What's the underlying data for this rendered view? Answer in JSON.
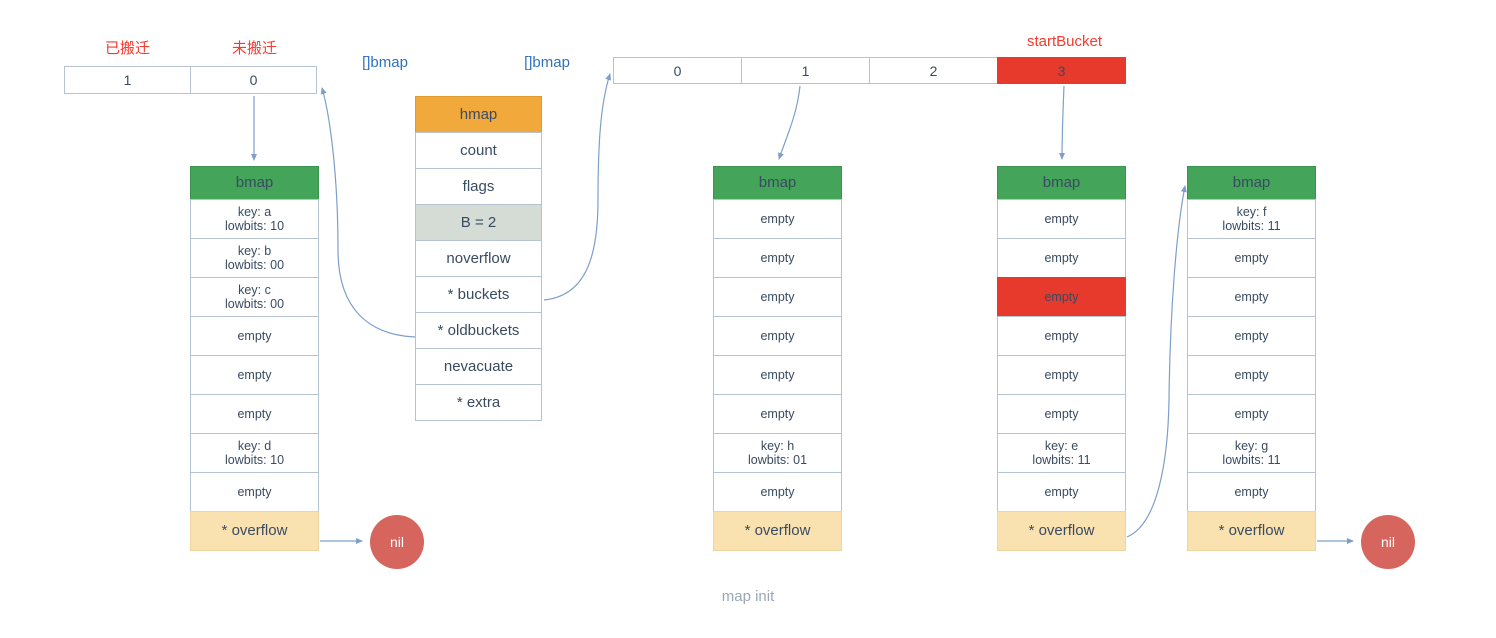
{
  "caption": "map init",
  "nil_label": "nil",
  "oldbuckets_array": {
    "labels": [
      "已搬迁",
      "未搬迁"
    ],
    "cells": [
      "1",
      "0"
    ]
  },
  "buckets_array": {
    "label": "startBucket",
    "cells": [
      "0",
      "1",
      "2",
      "3"
    ],
    "highlight_index": 3
  },
  "slice_labels": [
    "[]bmap",
    "[]bmap"
  ],
  "hmap": {
    "title": "hmap",
    "rows": [
      "count",
      "flags",
      "B = 2",
      "noverflow",
      "* buckets",
      "* oldbuckets",
      "nevacuate",
      "* extra"
    ]
  },
  "buckets": [
    {
      "title": "bmap",
      "rows": [
        [
          "key: a",
          "lowbits: 10"
        ],
        [
          "key: b",
          "lowbits: 00"
        ],
        [
          "key: c",
          "lowbits: 00"
        ],
        [
          "empty"
        ],
        [
          "empty"
        ],
        [
          "empty"
        ],
        [
          "key: d",
          "lowbits: 10"
        ],
        [
          "empty"
        ]
      ],
      "overflow": "* overflow"
    },
    {
      "title": "bmap",
      "rows": [
        [
          "empty"
        ],
        [
          "empty"
        ],
        [
          "empty"
        ],
        [
          "empty"
        ],
        [
          "empty"
        ],
        [
          "empty"
        ],
        [
          "key: h",
          "lowbits: 01"
        ],
        [
          "empty"
        ]
      ],
      "overflow": "* overflow"
    },
    {
      "title": "bmap",
      "rows": [
        [
          "empty"
        ],
        [
          "empty"
        ],
        [
          "empty"
        ],
        [
          "empty"
        ],
        [
          "empty"
        ],
        [
          "empty"
        ],
        [
          "key: e",
          "lowbits: 11"
        ],
        [
          "empty"
        ]
      ],
      "overflow": "* overflow",
      "highlight_row_index": 2
    },
    {
      "title": "bmap",
      "rows": [
        [
          "key: f",
          "lowbits: 11"
        ],
        [
          "empty"
        ],
        [
          "empty"
        ],
        [
          "empty"
        ],
        [
          "empty"
        ],
        [
          "empty"
        ],
        [
          "key: g",
          "lowbits: 11"
        ],
        [
          "empty"
        ]
      ],
      "overflow": "* overflow"
    }
  ],
  "colors": {
    "bucket_header_green": "#43a45a",
    "hmap_header_orange": "#f2a93b",
    "b_field_gray": "#d5dbd5",
    "overflow_wheat": "#fae2b0",
    "highlight_red": "#e73a2d",
    "nil_circle_red": "#d6655e",
    "label_red": "#f43b30",
    "label_blue": "#2d72c2",
    "arrow_blue": "#7d9fc9",
    "cell_border": "#b5c3d3",
    "text_navy": "#394b61",
    "caption_gray": "#9ba7b6"
  }
}
